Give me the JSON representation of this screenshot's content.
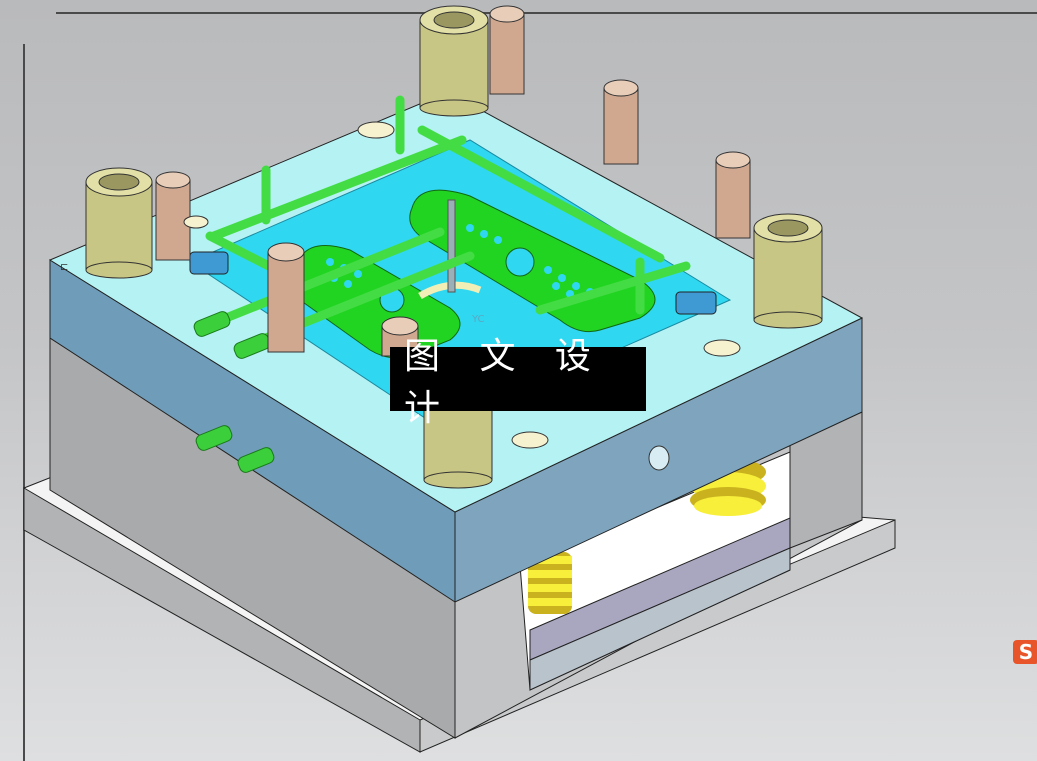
{
  "viewport": {
    "type": "cad-3d-model-view",
    "background_colors": [
      "#b9babc",
      "#dedfe0"
    ],
    "model": "injection-mold-assembly",
    "triad_label": "YC"
  },
  "overlay": {
    "watermark_text": "图 文 设 计",
    "logo_letter": "S"
  },
  "colors": {
    "a_plate_top": "#b4f2f4",
    "a_plate_side": "#6e9ab4",
    "cavity": "#2fd8f0",
    "part_green": "#22d422",
    "cooling_lines": "#4ce24c",
    "guide_bushing": "#c8c684",
    "screw": "#d0a890",
    "clamp_plate": "#a9aaab",
    "spring": "#f2e62a",
    "brand_logo": "#e8552a"
  }
}
